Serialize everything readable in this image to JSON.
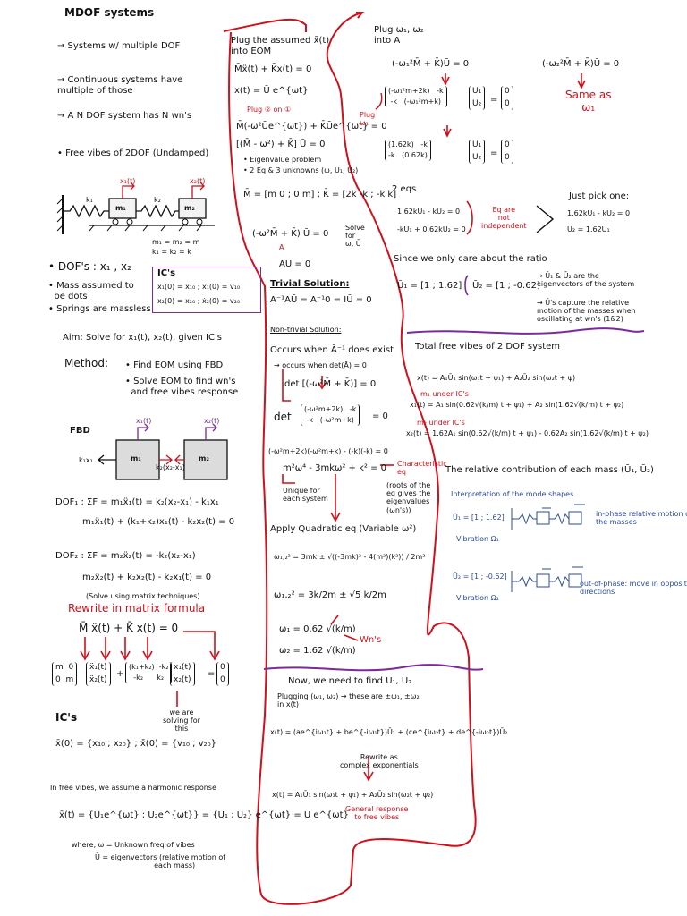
{
  "left": {
    "title": "MDOF systems",
    "bullets": [
      "→ Systems w/ multiple DOF",
      "→ Continuous systems have\nmultiple of those",
      "→ A N DOF system has N wn's"
    ],
    "free_vibes": "• Free vibes of 2DOF (Undamped)",
    "diagram": {
      "k1": "k₁",
      "k2": "k₂",
      "m1": "m₁",
      "m2": "m₂",
      "x1": "x₁(t)",
      "x2": "x₂(t)",
      "eq1": "m₁ = m₂ = m",
      "eq2": "k₁ = k₂ = k"
    },
    "dofs": "• DOF's : x₁ , x₂",
    "mass_note": "• Mass assumed to\n  be dots",
    "spring_note": "• Springs are massless",
    "ics_title": "IC's",
    "ics_1": "x₁(0) = x₁₀  ;  ẋ₁(0) = v₁₀",
    "ics_2": "x₂(0) = x₂₀  ;  ẋ₂(0) = v₂₀",
    "aim": "Aim: Solve for x₁(t), x₂(t), given IC's",
    "method_label": "Method:",
    "method_1": "• Find EOM using FBD",
    "method_2": "• Solve EOM to find wn's\n  and free vibes response",
    "fbd_label": "FBD",
    "fbd_k1x1": "k₁x₁",
    "fbd_k2": "k₂(x₂-x₁)",
    "fbd_x1": "x₁(t)",
    "fbd_x2": "x₂(t)",
    "dof1_a": "DOF₁ : ΣF = m₁ẍ₁(t) = k₂(x₂-x₁) - k₁x₁",
    "dof1_b": "m₁ẍ₁(t) + (k₁+k₂)x₁(t) - k₂x₂(t) = 0",
    "dof2_a": "DOF₂ : ΣF = m₂ẍ₂(t) = -k₂(x₂-x₁)",
    "dof2_b": "m₂ẍ₂(t) + k₂x₂(t) - k₂x₁(t) = 0",
    "matrix_note": "(Solve using matrix techniques)",
    "rewrite": "Rewrite in matrix formula",
    "matrix_eq": "M̄ ẍ(t)  +  K̄ x(t)  =  0",
    "mat_m": "m  0\n0  m",
    "mat_xdd": "ẍ₁(t)\nẍ₂(t)",
    "mat_k": "(k₁+k₂)  -k₂\n-k₂      k₂",
    "mat_x": "x₁(t)\nx₂(t)",
    "mat_zero": "0\n0",
    "solving_for": "we are\nsolving for\nthis",
    "ics_vec_title": "IC's",
    "ics_vec": "x̄(0) = {x₁₀ ; x₂₀}  ;  ẋ̄(0) = {v₁₀ ; v₂₀}",
    "harmonic": "In free vibes, we assume a harmonic response",
    "harmonic_eq": "x̄(t) = {U₁e^{ωt} ; U₂e^{ωt}} = {U₁ ; U₂} e^{ωt} = Ū e^{ωt}",
    "where_1": "where,  ω = Unknown freq of vibes",
    "where_2": "Ū = eigenvectors (relative motion of\n                          each mass)"
  },
  "middle": {
    "plug_1": "Plug the assumed x̄(t)\ninto EOM",
    "eom": "M̄ẍ(t) + K̄x(t) = 0",
    "assumed": "x(t) = Ū e^{ωt}",
    "plug_2on1": "Plug ② on ①",
    "step_a": "M̄(-ω²Ūe^{ωt}) + K̄Ūe^{ωt} = 0",
    "step_b": "[(M̄ - ω²) + K̄] Ū = 0",
    "eig_1": "• Eigenvalue problem",
    "eig_2": "• 2 Eq & 3 unknowns (ω, U₁, U₂)",
    "m_k": "M̄ = [m 0 ; 0 m]  ;  K̄ = [2k -k ; -k k]",
    "solve_eq": "(-ω²M̄ + K̄) Ū = 0",
    "solve_for": "Solve\nfor\nω, Ū",
    "a_label": "A",
    "au": "AŪ = 0",
    "trivial_title": "Trivial Solution:",
    "trivial_eq": "A⁻¹AŪ = A⁻¹0 = IŪ = 0",
    "nontrivial_title": "Non-trivial Solution:",
    "occurs": "Occurs when Ā⁻¹ does exist",
    "occurs_det": "→ occurs when det(Ā) = 0",
    "det_eq": "det [(-ω²M̄ + K̄)] = 0",
    "det_label": "det",
    "det_mat": "(-ω²m+2k)   -k\n-k   (-ω²m+k)",
    "det_zero": "= 0",
    "expand": "(-ω²m+2k)(-ω²m+k) - (-k)(-k) = 0",
    "char_eq": "m²ω⁴ - 3mkω² + k² = 0",
    "char_label": "Characteristic\neq",
    "char_note": "(roots of the\neq gives the\neigenvalues\n(ωn's))",
    "unique": "Unique for\neach system",
    "quadratic": "Apply Quadratic eq (Variable ω²)",
    "w12sq": "ω₁,₂² = 3mk ± √((-3mk)² - 4(m²)(k²))  /  2m²",
    "w12sq_b": "ω₁,₂² = 3k/2m ± √5 k/2m",
    "w1": "ω₁ = 0.62 √(k/m)",
    "w2": "ω₂ = 1.62 √(k/m)",
    "wns": "Wn's",
    "now": "Now, we need to find U₁, U₂",
    "plugging": "Plugging (ω₁, ω₂) → these are ±ω₁, ±ω₂\nin x(t)",
    "xt_complex": "x(t) = (ae^{iω₁t} + be^{-iω₁t})Ū₁ + (ce^{iω₂t} + de^{-iω₂t})Ū₂",
    "rewrite_note": "Rewrite as\ncomplex exponentials",
    "xt_final": "x(t) = A₁Ū₁ sin(ω₁t + ψ₁) + A₂Ū₂ sin(ω₂t + ψ₂)",
    "general": "General response\nto free vibes"
  },
  "right": {
    "plug_w": "Plug ω₁, ω₂\ninto A",
    "eq_w1": "(-ω₁²M̄ + K̄)Ū = 0",
    "eq_w2": "(-ω₂²M̄ + K̄)Ū = 0",
    "same_as": "Same as\nω₁",
    "plug_note": "Plug\nω₁",
    "mat1": "(-ω₁²m+2k)   -k\n-k   (-ω₁²m+k)",
    "mat2": "(1.62k)   -k\n-k   (0.62k)",
    "u_vec": "U₁\nU₂",
    "zero_vec": "0\n0",
    "two_eqs": "2 eqs",
    "eq_a": "1.62kU₁ - kU₂ = 0",
    "eq_b": "-kU₁ + 0.62kU₂ = 0",
    "not_indep": "Eq are\nnot\nindependent",
    "pick_one": "Just pick one:",
    "pick_a": "1.62kU₁ - kU₂ = 0",
    "pick_b": "U₂ = 1.62U₁",
    "ratio": "Since we only care about the ratio",
    "u1_vec": "Ū₁ = [1 ; 1.62]",
    "u2_vec": "Ū₂ = [1 ; -0.62]",
    "eig_note": "→ Ū₁ & Ū₂ are the\neigenvectors of the system",
    "capture_note": "→ Ū's capture the relative\nmotion of the masses when\noscillating at wn's (1&2)",
    "total_title": "Total free vibes of 2 DOF system",
    "total_eq": "x(t) = A₁Ū₁ sin(ω₁t + ψ₁) + A₂Ū₂ sin(ω₂t + ψ)",
    "m_under": "m₁ under IC's",
    "x1_eq": "x₁(t) = A₁ sin(0.62√(k/m) t + ψ₁) + A₂ sin(1.62√(k/m) t + ψ₂)",
    "m2_under": "m₂ under IC's",
    "x2_eq": "x₂(t) = 1.62A₁ sin(0.62√(k/m) t + ψ₁) - 0.62A₂ sin(1.62√(k/m) t + ψ₂)",
    "rel_contrib": "The relative contribution of each mass (Ū₁, Ū₂)",
    "interp": "Interpretation of the mode shapes",
    "mode1_vec": "Ū₁ = [1 ; 1.62]",
    "mode1_label": "Vibration Ω₁",
    "mode1_note": "in-phase relative motion of\nthe masses",
    "mode2_vec": "Ū₂ = [1 ; -0.62]",
    "mode2_label": "Vibration Ω₂",
    "mode2_note": "out-of-phase: move in opposite\ndirections"
  },
  "colors": {
    "ink": "#111111",
    "red": "#d0101a",
    "purple": "#7a2a9a",
    "blue": "#2a4a9a"
  }
}
